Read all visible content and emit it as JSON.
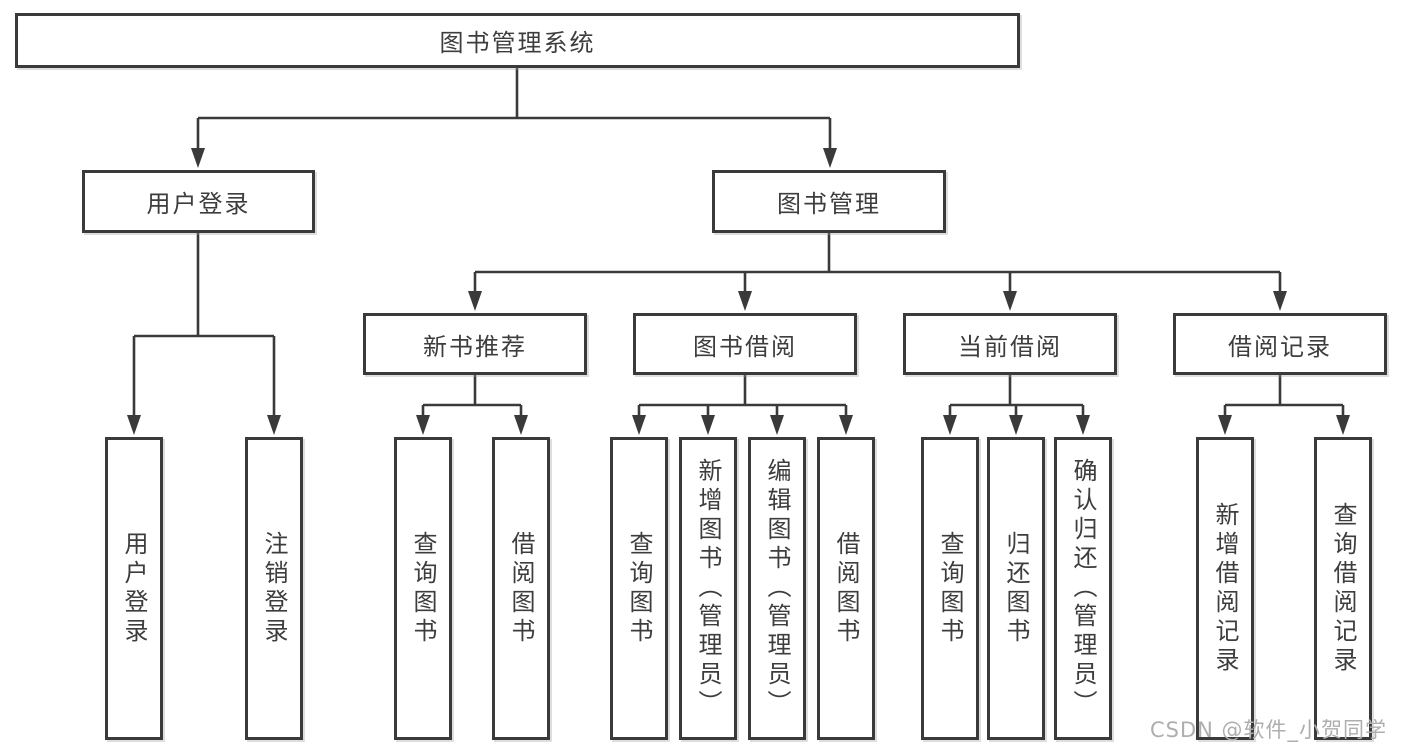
{
  "diagram": {
    "root": {
      "label": "图书管理系统"
    },
    "level2": {
      "user_login": {
        "label": "用户登录",
        "children": [
          "用户登录",
          "注销登录"
        ]
      },
      "book_management": {
        "label": "图书管理"
      }
    },
    "level3": {
      "new_book_recommend": {
        "label": "新书推荐",
        "children": [
          "查询图书",
          "借阅图书"
        ]
      },
      "book_borrow": {
        "label": "图书借阅",
        "children": [
          "查询图书",
          "新增图书（管理员）",
          "编辑图书（管理员）",
          "借阅图书"
        ]
      },
      "current_borrow": {
        "label": "当前借阅",
        "children": [
          "查询图书",
          "归还图书",
          "确认归还（管理员）"
        ]
      },
      "borrow_records": {
        "label": "借阅记录",
        "children": [
          "新增借阅记录",
          "查询借阅记录"
        ]
      }
    }
  },
  "watermark": {
    "text": "CSDN @软件_小贺同学"
  },
  "colors": {
    "line": "#3a3a3a",
    "box_border": "#3a3a3a",
    "text": "#3d3d3d",
    "watermark_gray": "#aeaeae",
    "background": "#ffffff"
  }
}
